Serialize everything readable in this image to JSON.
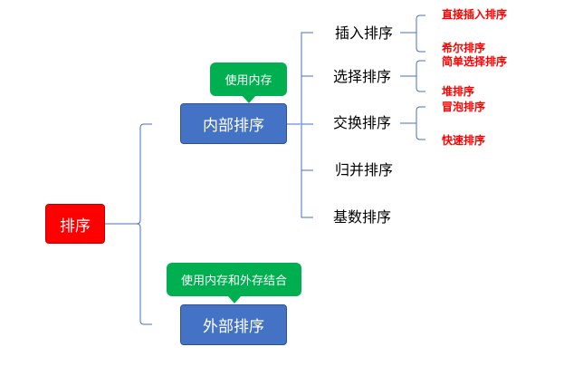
{
  "root": {
    "label": "排序"
  },
  "internal": {
    "label": "内部排序",
    "note": "使用内存",
    "methods": [
      {
        "label": "插入排序",
        "variants": [
          "直接插入排序",
          "希尔排序"
        ]
      },
      {
        "label": "选择排序",
        "variants": [
          "简单选择排序",
          "堆排序"
        ]
      },
      {
        "label": "交换排序",
        "variants": [
          "冒泡排序",
          "快速排序"
        ]
      },
      {
        "label": "归并排序"
      },
      {
        "label": "基数排序"
      }
    ]
  },
  "external": {
    "label": "外部排序",
    "note": "使用内存和外存结合"
  },
  "colors": {
    "root": "#ff0000",
    "branch": "#4472c4",
    "note": "#00b050",
    "variant_text": "#ff0000",
    "connector": "#4472c4"
  }
}
